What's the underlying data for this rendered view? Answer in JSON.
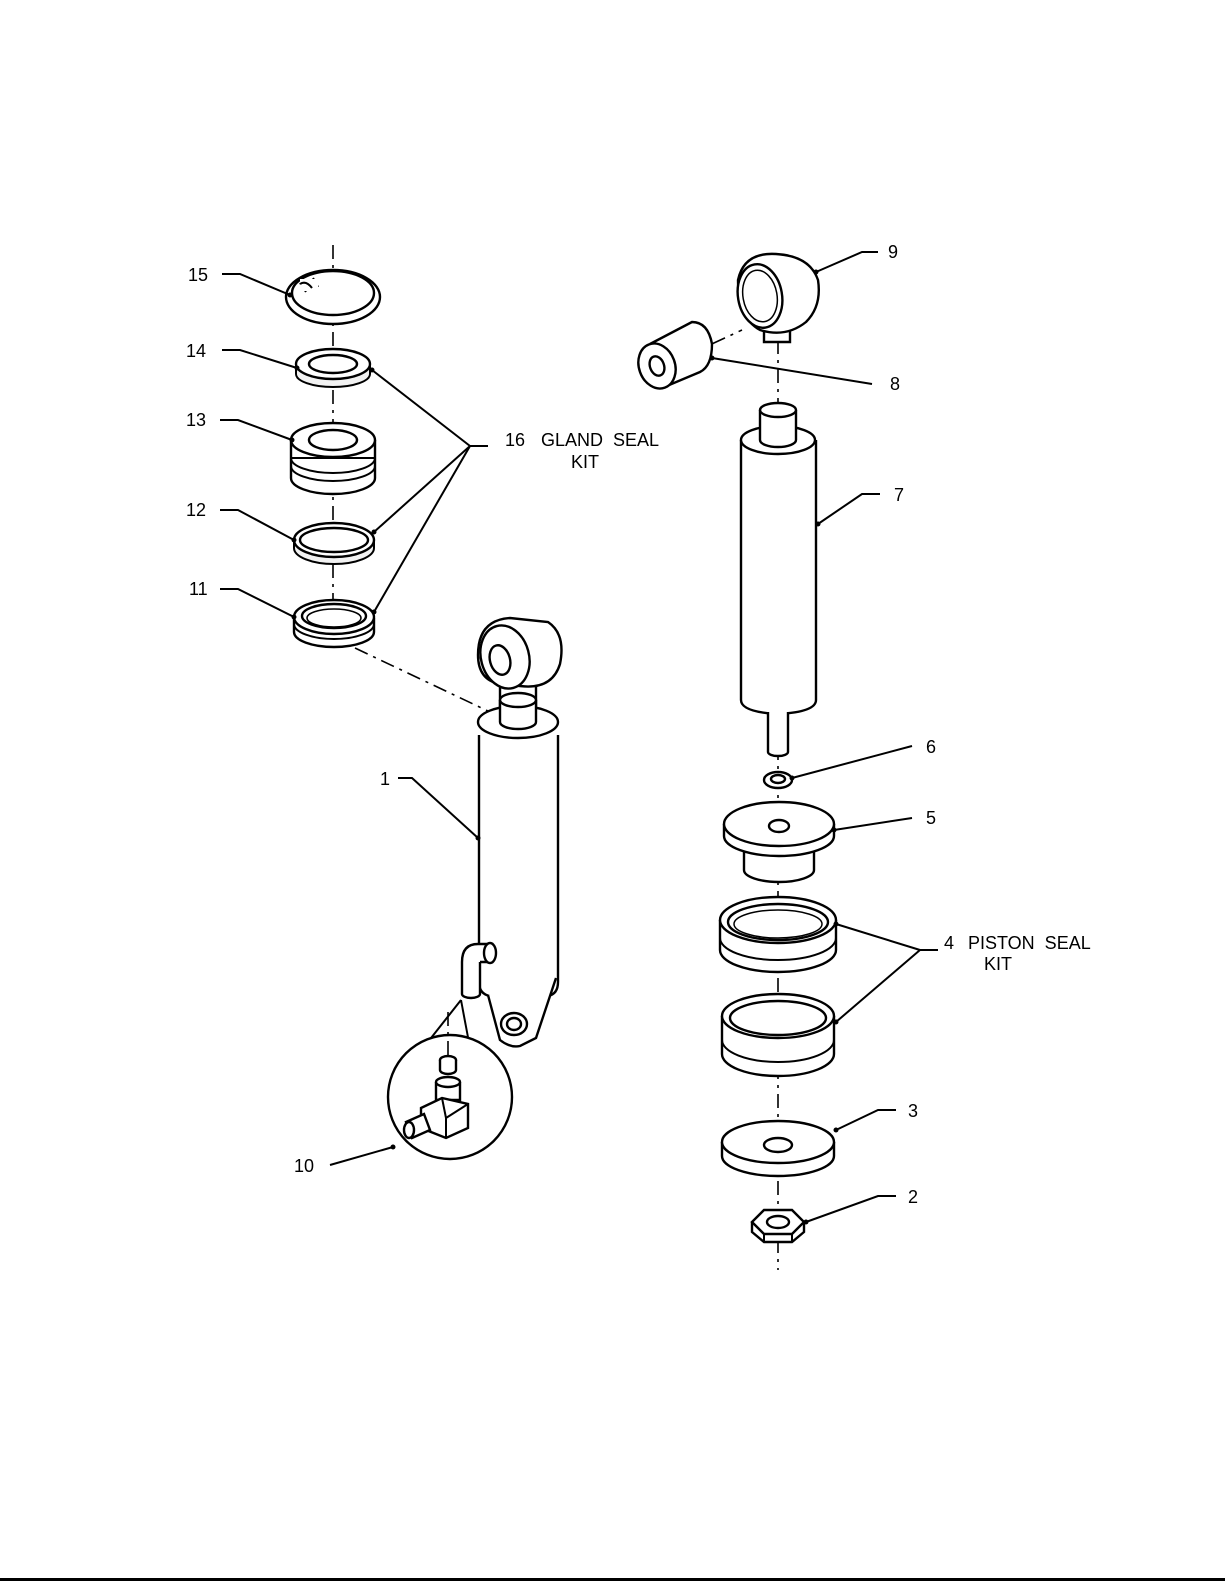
{
  "callouts": {
    "c1": "1",
    "c2": "2",
    "c3": "3",
    "c4": "4",
    "c5": "5",
    "c6": "6",
    "c7": "7",
    "c8": "8",
    "c9": "9",
    "c10": "10",
    "c11": "11",
    "c12": "12",
    "c13": "13",
    "c14": "14",
    "c15": "15",
    "c16": "16"
  },
  "kits": {
    "gland_line1": "GLAND  SEAL",
    "gland_line2": "KIT",
    "piston_line1": "PISTON  SEAL",
    "piston_line2": "KIT"
  }
}
